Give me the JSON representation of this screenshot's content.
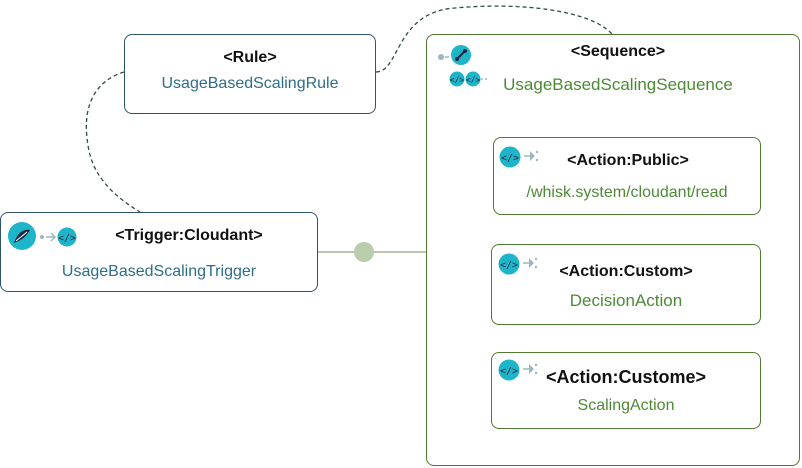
{
  "rule": {
    "stereotype": "<Rule>",
    "name": "UsageBasedScalingRule"
  },
  "trigger": {
    "stereotype": "<Trigger:Cloudant>",
    "name": "UsageBasedScalingTrigger"
  },
  "sequence": {
    "stereotype": "<Sequence>",
    "name": "UsageBasedScalingSequence"
  },
  "actions": [
    {
      "stereotype": "<Action:Public>",
      "name": "/whisk.system/cloudant/read"
    },
    {
      "stereotype": "<Action:Custom>",
      "name": "DecisionAction"
    },
    {
      "stereotype": "<Action:Custome>",
      "name": "ScalingAction"
    }
  ],
  "colors": {
    "blue_border": "#2e5468",
    "blue_text": "#2d6e88",
    "green_border": "#4f7a34",
    "green_text": "#4d8a35",
    "connector": "#b9ccab",
    "icon_teal": "#1fb5c9"
  },
  "icons": {
    "trigger": [
      "cloudant-trigger-icon",
      "code-icon"
    ],
    "sequence": [
      "sequence-icon",
      "code-icon"
    ],
    "action": [
      "code-icon"
    ]
  }
}
